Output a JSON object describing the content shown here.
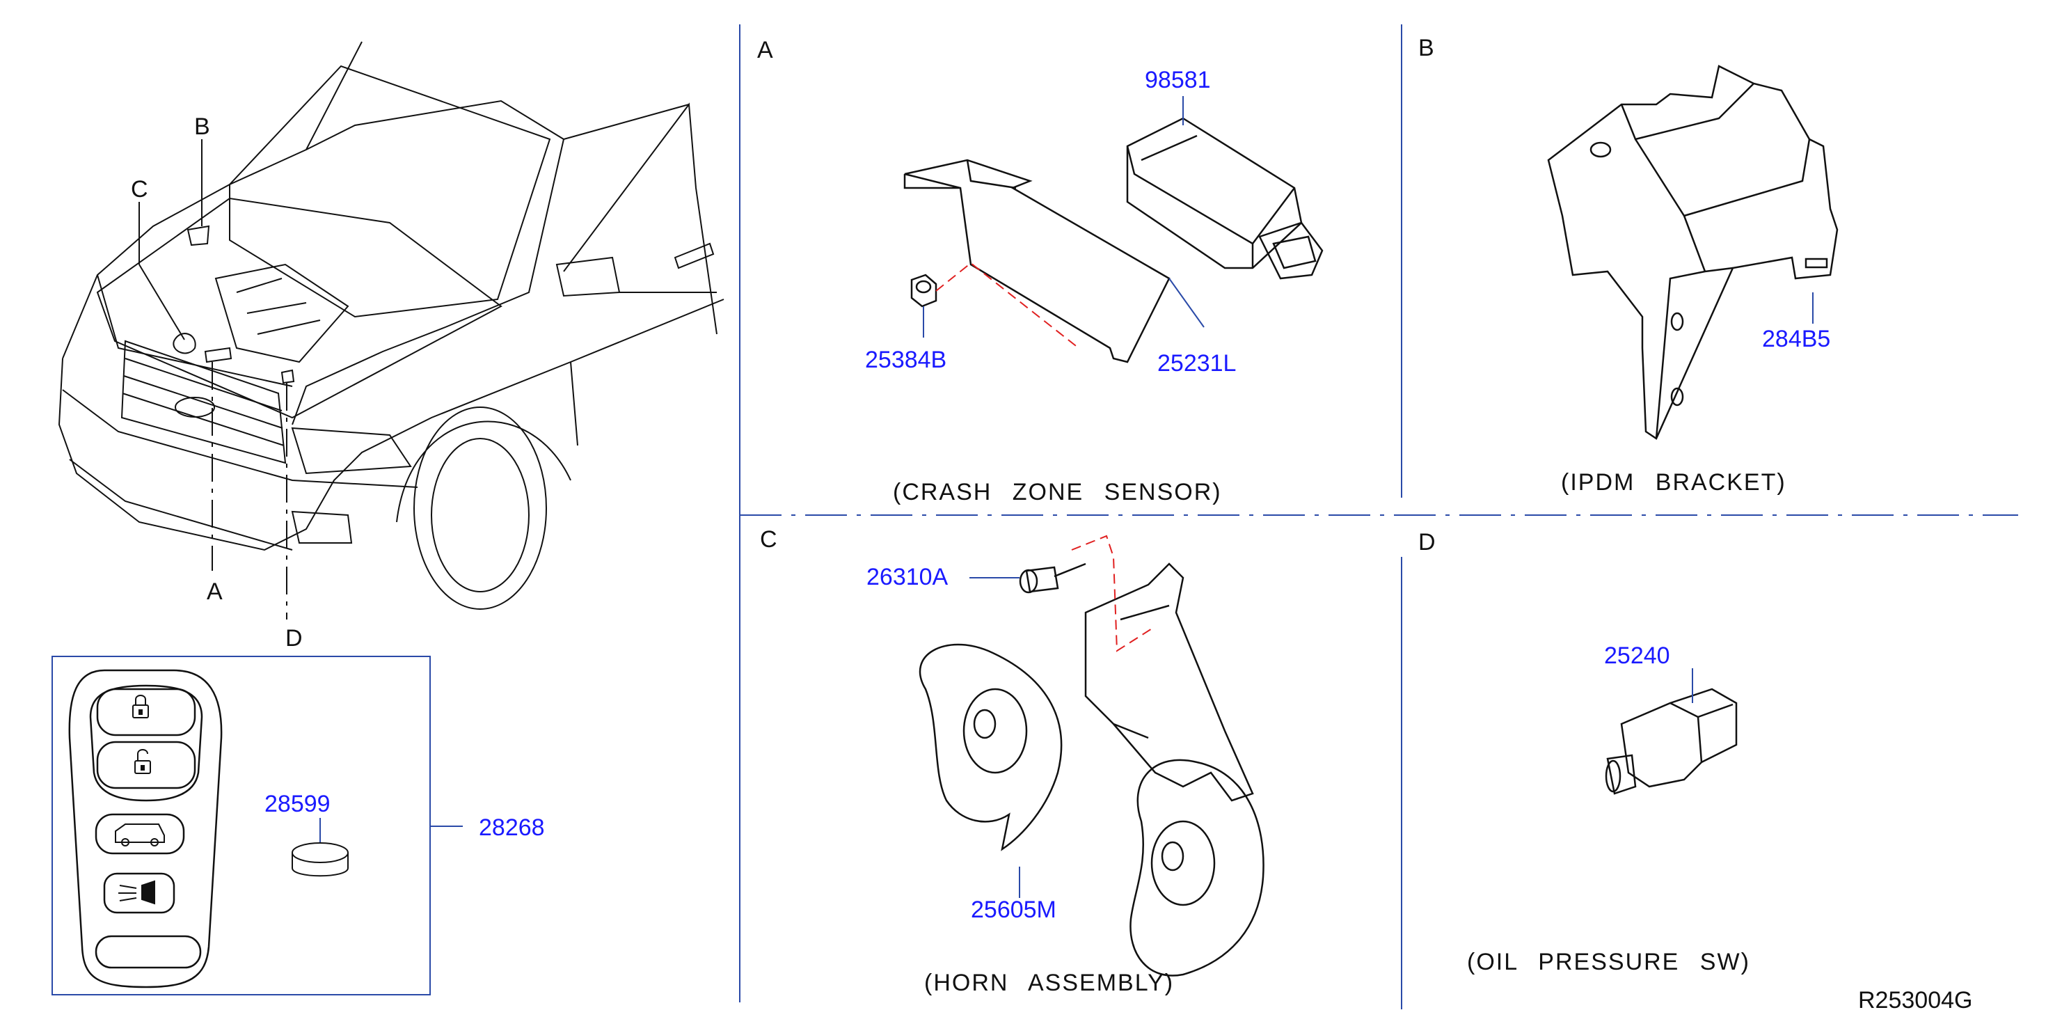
{
  "section_labels": {
    "a": "A",
    "b": "B",
    "c": "C",
    "d": "D"
  },
  "vehicle_callouts": {
    "a": "A",
    "b": "B",
    "c": "C",
    "d": "D"
  },
  "captions": {
    "crash_zone_sensor": "(CRASH  ZONE  SENSOR)",
    "ipdm_bracket": "(IPDM  BRACKET)",
    "horn_assembly": "(HORN  ASSEMBLY)",
    "oil_pressure_sw": "(OIL  PRESSURE  SW)"
  },
  "part_numbers": {
    "sensor": "98581",
    "nut": "25384B",
    "sensor_bracket": "25231L",
    "ipdm_bracket": "284B5",
    "bolt": "26310A",
    "horn": "25605M",
    "oil_switch": "25240",
    "battery": "28599",
    "keyfob": "28268"
  },
  "diagram_code": "R253004G",
  "colors": {
    "part_number": "#1a1aff",
    "line": "#111111",
    "divider": "#2a4aa8",
    "phantom": "#e02020"
  },
  "icons": [
    "lock-icon",
    "unlock-icon",
    "vehicle-icon",
    "panic-lamp-icon"
  ]
}
